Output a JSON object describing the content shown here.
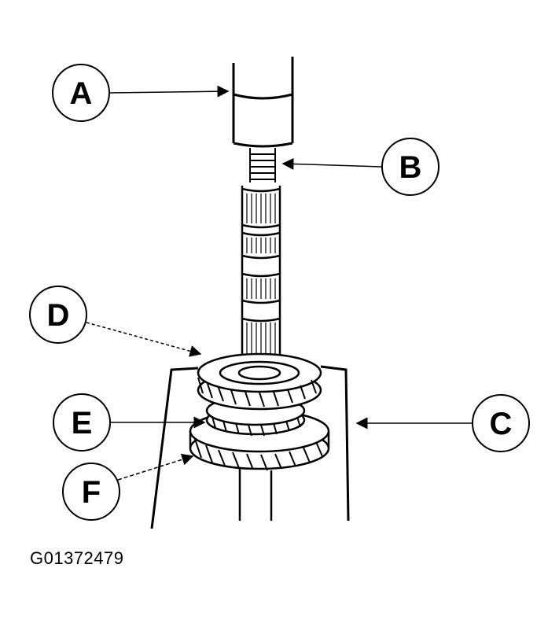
{
  "figure_id": "G01372479",
  "callouts": {
    "a": "A",
    "b": "B",
    "c": "C",
    "d": "D",
    "e": "E",
    "f": "F"
  },
  "colors": {
    "ink": "#000000",
    "paper": "#ffffff"
  }
}
